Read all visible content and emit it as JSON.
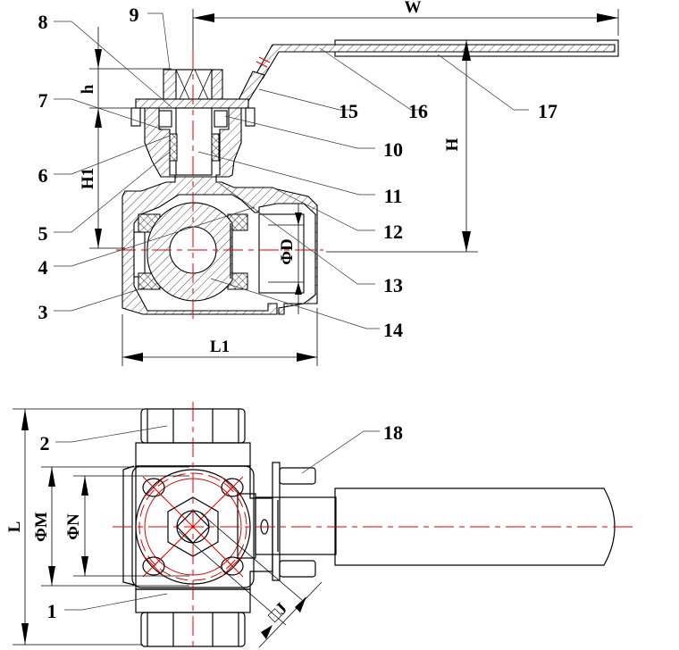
{
  "drawing": {
    "title": "3-way ball valve assembly drawing",
    "views": [
      "section-view",
      "top-view"
    ],
    "part_labels": [
      "1",
      "2",
      "3",
      "4",
      "5",
      "6",
      "7",
      "8",
      "9",
      "10",
      "11",
      "12",
      "13",
      "14",
      "15",
      "16",
      "17",
      "18"
    ],
    "dimension_labels": {
      "W": "W",
      "H": "H",
      "h": "h",
      "H1": "H1",
      "L1": "L1",
      "phiD": "ΦD",
      "L": "L",
      "phiM": "ΦM",
      "phiN": "ΦN",
      "J": "□J"
    },
    "colors": {
      "line": "#000000",
      "centerline": "#e00000",
      "leader": "#999999"
    }
  }
}
